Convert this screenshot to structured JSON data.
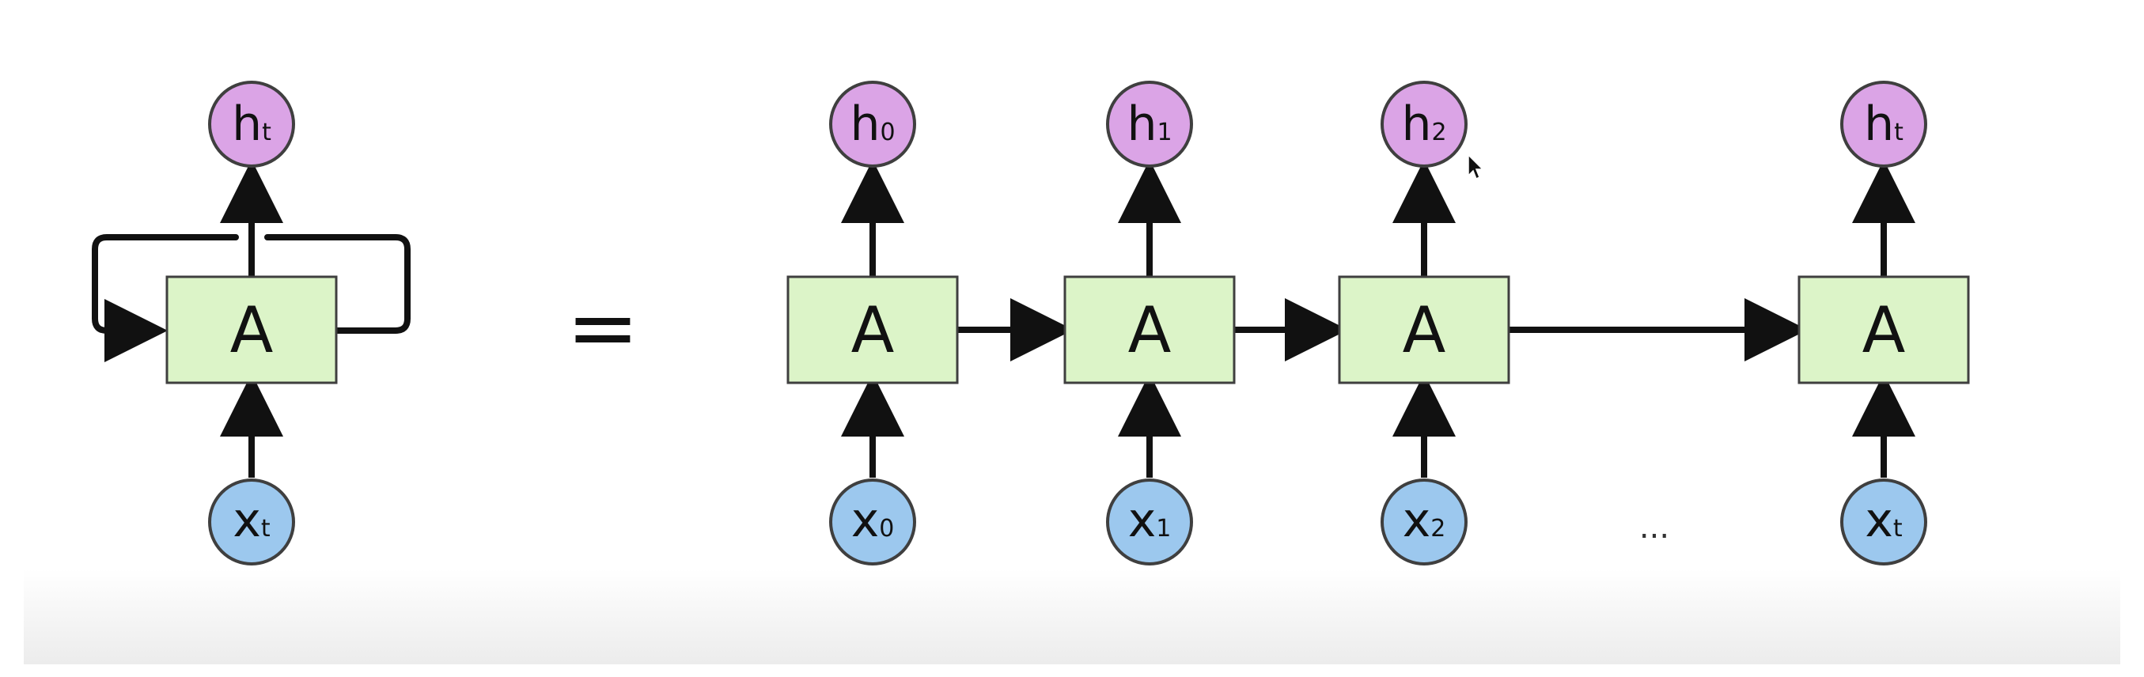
{
  "colors": {
    "cell_fill": "#dcf4c8",
    "cell_stroke": "#3f3f3f",
    "h_node_fill": "#dba4e6",
    "x_node_fill": "#9cc8ee",
    "arrow": "#111111"
  },
  "icons": {
    "cursor": "mouse-pointer-icon"
  },
  "rolled": {
    "cell_label": "A",
    "output": {
      "base": "h",
      "sub": "t"
    },
    "input": {
      "base": "x",
      "sub": "t"
    }
  },
  "equals_sign": "=",
  "ellipsis": "...",
  "unrolled": [
    {
      "cell_label": "A",
      "output": {
        "base": "h",
        "sub": "0"
      },
      "input": {
        "base": "x",
        "sub": "0"
      }
    },
    {
      "cell_label": "A",
      "output": {
        "base": "h",
        "sub": "1"
      },
      "input": {
        "base": "x",
        "sub": "1"
      }
    },
    {
      "cell_label": "A",
      "output": {
        "base": "h",
        "sub": "2"
      },
      "input": {
        "base": "x",
        "sub": "2"
      }
    },
    {
      "cell_label": "A",
      "output": {
        "base": "h",
        "sub": "t"
      },
      "input": {
        "base": "x",
        "sub": "t"
      }
    }
  ]
}
